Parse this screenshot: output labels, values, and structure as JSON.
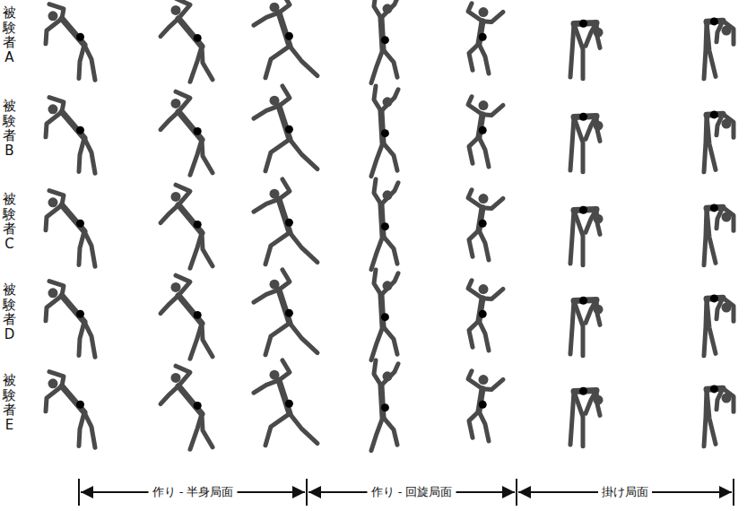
{
  "diagram": {
    "labels": [
      "被験者A",
      "被験者B",
      "被験者C",
      "被験者D",
      "被験者E",
      "作り - 半身局面",
      "作り - 回旋局面",
      "掛け局面"
    ]
  }
}
